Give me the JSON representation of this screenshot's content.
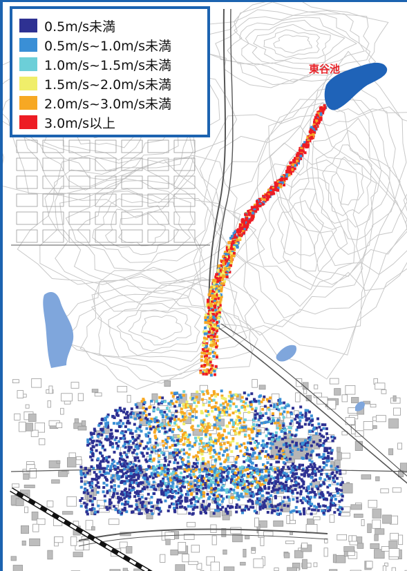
{
  "legend": {
    "items": [
      {
        "label": "0.5m/s未満",
        "color": "#2e3192"
      },
      {
        "label": "0.5m/s~1.0m/s未満",
        "color": "#3a8fd6"
      },
      {
        "label": "1.0m/s~1.5m/s未満",
        "color": "#6ccfd8"
      },
      {
        "label": "1.5m/s~2.0m/s未満",
        "color": "#f0ee6a"
      },
      {
        "label": "2.0m/s~3.0m/s未満",
        "color": "#f7a823"
      },
      {
        "label": "3.0m/s以上",
        "color": "#ed1c24"
      }
    ]
  },
  "map": {
    "pond_label": "東谷池",
    "colors": {
      "water": "#1f63b8",
      "light_water": "#7fa6dc",
      "contour": "#c8c8c8",
      "building": "#9a9a9a",
      "road": "#555555",
      "frame": "#1c63b0"
    }
  }
}
